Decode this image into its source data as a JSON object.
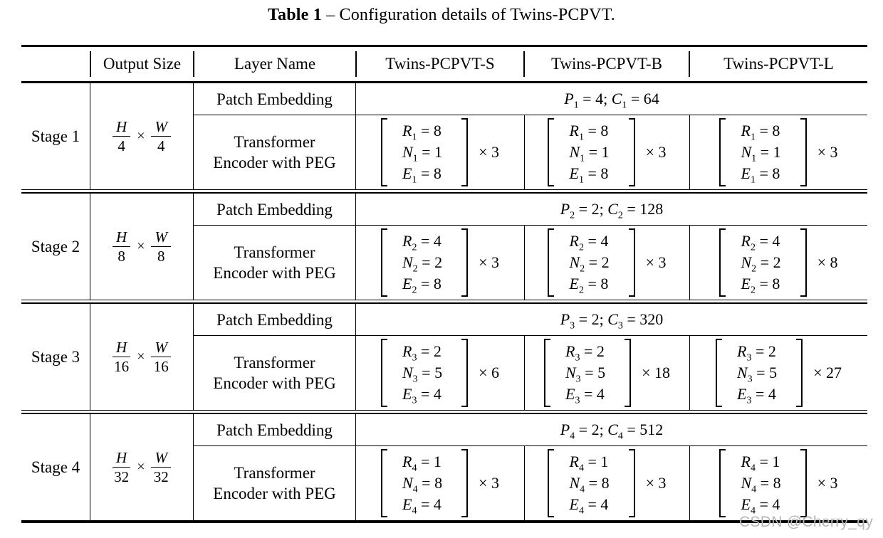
{
  "title": {
    "bold": "Table 1",
    "rest": " – Configuration details of Twins-PCPVT."
  },
  "header": {
    "output_size": "Output Size",
    "layer_name": "Layer Name",
    "models": [
      "Twins-PCPVT-S",
      "Twins-PCPVT-B",
      "Twins-PCPVT-L"
    ]
  },
  "labels": {
    "patch_embedding": "Patch Embedding",
    "transformer_line1": "Transformer",
    "transformer_line2": "Encoder with PEG",
    "times": "×"
  },
  "stages": [
    {
      "label": "Stage 1",
      "output": {
        "num1": "H",
        "den1": "4",
        "num2": "W",
        "den2": "4"
      },
      "patch_config": {
        "p": "P",
        "p_sub": "1",
        "p_eq": "= 4;",
        "c": "C",
        "c_sub": "1",
        "c_eq": "= 64"
      },
      "matrix_rows": [
        [
          "R",
          "1",
          "= 8"
        ],
        [
          "N",
          "1",
          "= 1"
        ],
        [
          "E",
          "1",
          "= 8"
        ]
      ],
      "multipliers": [
        "× 3",
        "× 3",
        "× 3"
      ]
    },
    {
      "label": "Stage 2",
      "output": {
        "num1": "H",
        "den1": "8",
        "num2": "W",
        "den2": "8"
      },
      "patch_config": {
        "p": "P",
        "p_sub": "2",
        "p_eq": "= 2;",
        "c": "C",
        "c_sub": "2",
        "c_eq": "= 128"
      },
      "matrix_rows": [
        [
          "R",
          "2",
          "= 4"
        ],
        [
          "N",
          "2",
          "= 2"
        ],
        [
          "E",
          "2",
          "= 8"
        ]
      ],
      "multipliers": [
        "× 3",
        "× 3",
        "× 8"
      ]
    },
    {
      "label": "Stage 3",
      "output": {
        "num1": "H",
        "den1": "16",
        "num2": "W",
        "den2": "16"
      },
      "patch_config": {
        "p": "P",
        "p_sub": "3",
        "p_eq": "= 2;",
        "c": "C",
        "c_sub": "3",
        "c_eq": "= 320"
      },
      "matrix_rows": [
        [
          "R",
          "3",
          "= 2"
        ],
        [
          "N",
          "3",
          "= 5"
        ],
        [
          "E",
          "3",
          "= 4"
        ]
      ],
      "multipliers": [
        "× 6",
        "× 18",
        "× 27"
      ]
    },
    {
      "label": "Stage 4",
      "output": {
        "num1": "H",
        "den1": "32",
        "num2": "W",
        "den2": "32"
      },
      "patch_config": {
        "p": "P",
        "p_sub": "4",
        "p_eq": "= 2;",
        "c": "C",
        "c_sub": "4",
        "c_eq": "= 512"
      },
      "matrix_rows": [
        [
          "R",
          "4",
          "= 1"
        ],
        [
          "N",
          "4",
          "= 8"
        ],
        [
          "E",
          "4",
          "= 4"
        ]
      ],
      "multipliers": [
        "× 3",
        "× 3",
        "× 3"
      ]
    }
  ],
  "watermark": {
    "text": "CSDN @Cherry_qy",
    "color": "#b5b5b5"
  }
}
